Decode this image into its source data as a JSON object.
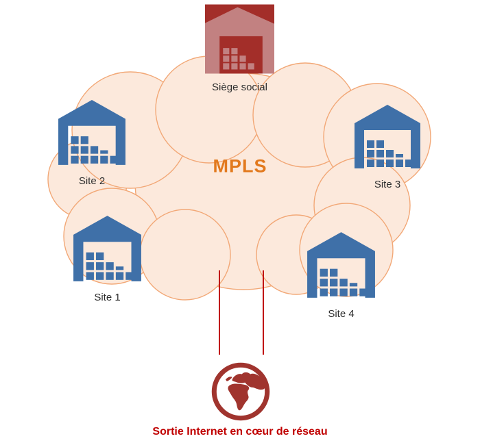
{
  "cloud": {
    "label": "MPLS",
    "label_color": "#E2791D",
    "fill_color": "#FCE9DC",
    "outline_color": "#F2A877"
  },
  "sites": [
    {
      "id": "siege-social",
      "label": "Siège social",
      "type": "headquarters",
      "icon": "warehouse-icon",
      "color": "#A32E29"
    },
    {
      "id": "site-1",
      "label": "Site 1",
      "type": "branch",
      "icon": "warehouse-icon",
      "color": "#3F70A8"
    },
    {
      "id": "site-2",
      "label": "Site 2",
      "type": "branch",
      "icon": "warehouse-icon",
      "color": "#3F70A8"
    },
    {
      "id": "site-3",
      "label": "Site 3",
      "type": "branch",
      "icon": "warehouse-icon",
      "color": "#3F70A8"
    },
    {
      "id": "site-4",
      "label": "Site 4",
      "type": "branch",
      "icon": "warehouse-icon",
      "color": "#3F70A8"
    }
  ],
  "internet": {
    "caption": "Sortie Internet en cœur de réseau",
    "caption_color": "#C00000",
    "link_color": "#C00000",
    "link_count": 2,
    "icon": "globe-icon",
    "icon_color": "#A0342E"
  }
}
